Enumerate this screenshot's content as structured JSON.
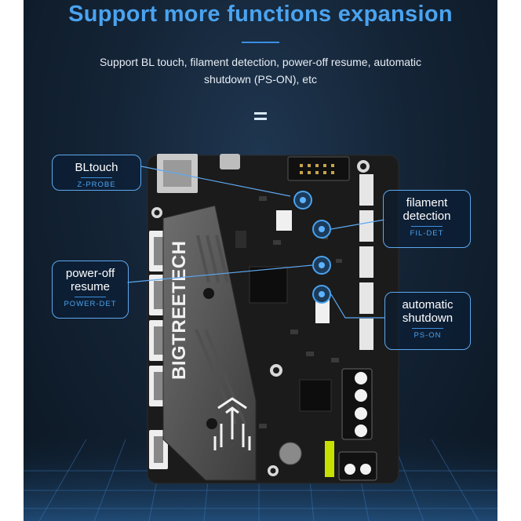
{
  "headline": "Support more functions expansion",
  "subtitle_line1": "Support BL touch, filament detection, power-off resume, automatic",
  "subtitle_line2": "shutdown (PS-ON), etc",
  "board_brand": "BIGTREETECH",
  "callouts": {
    "bltouch": {
      "title": "BLtouch",
      "code": "Z-PROBE"
    },
    "filament": {
      "title_line1": "filament",
      "title_line2": "detection",
      "code": "FIL-DET"
    },
    "poweroff": {
      "title_line1": "power-off",
      "title_line2": "resume",
      "code": "POWER-DET"
    },
    "shutdown": {
      "title_line1": "automatic",
      "title_line2": "shutdown",
      "code": "PS-ON"
    }
  },
  "colors": {
    "accent": "#4aa3ef",
    "background": "#142436",
    "board": "#1b1b1b"
  }
}
